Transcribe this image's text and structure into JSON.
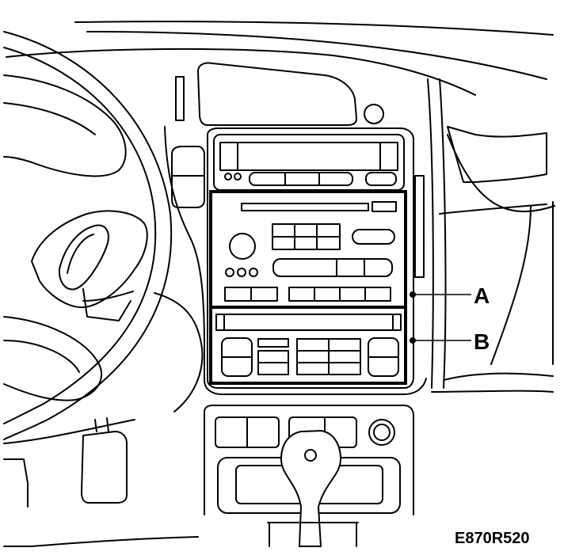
{
  "callouts": [
    {
      "label": "A"
    },
    {
      "label": "B"
    }
  ],
  "figure_code": "E870R520"
}
